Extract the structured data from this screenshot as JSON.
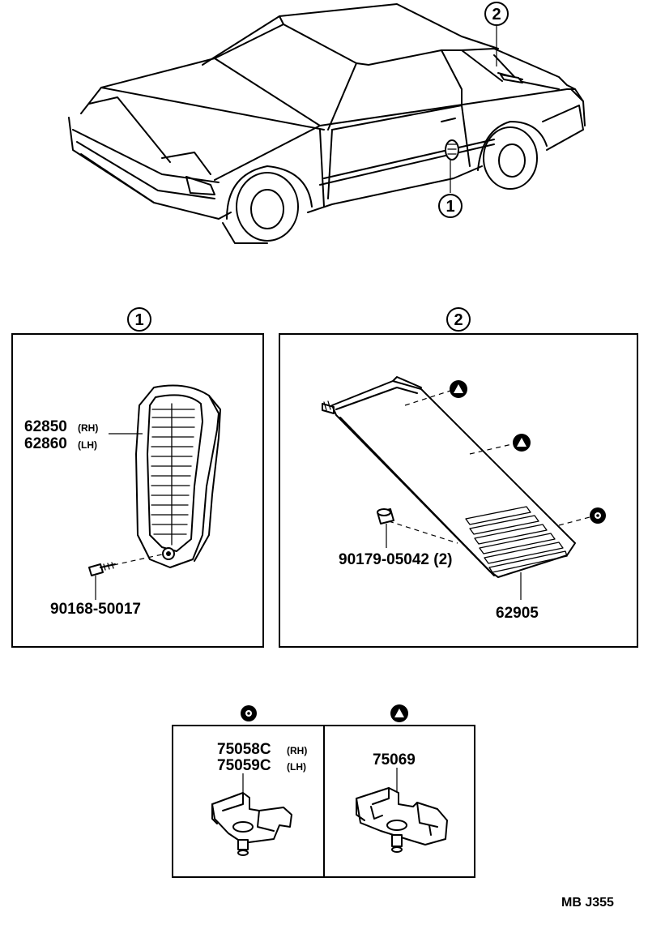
{
  "callouts": {
    "one": "1",
    "two": "2"
  },
  "panel1": {
    "part_rh": "62850",
    "part_rh_side": "(RH)",
    "part_lh": "62860",
    "part_lh_side": "(LH)",
    "screw": "90168-50017"
  },
  "panel2": {
    "clip": "90179-05042 (2)",
    "cover": "62905"
  },
  "panel3": {
    "clip_rh": "75058C",
    "clip_rh_side": "(RH)",
    "clip_lh": "75059C",
    "clip_lh_side": "(LH)",
    "clip2": "75069"
  },
  "footer": {
    "code": "MB  J355"
  },
  "symbols": {
    "circle_marker": "dot-circle-icon",
    "triangle_marker": "triangle-circle-icon"
  }
}
